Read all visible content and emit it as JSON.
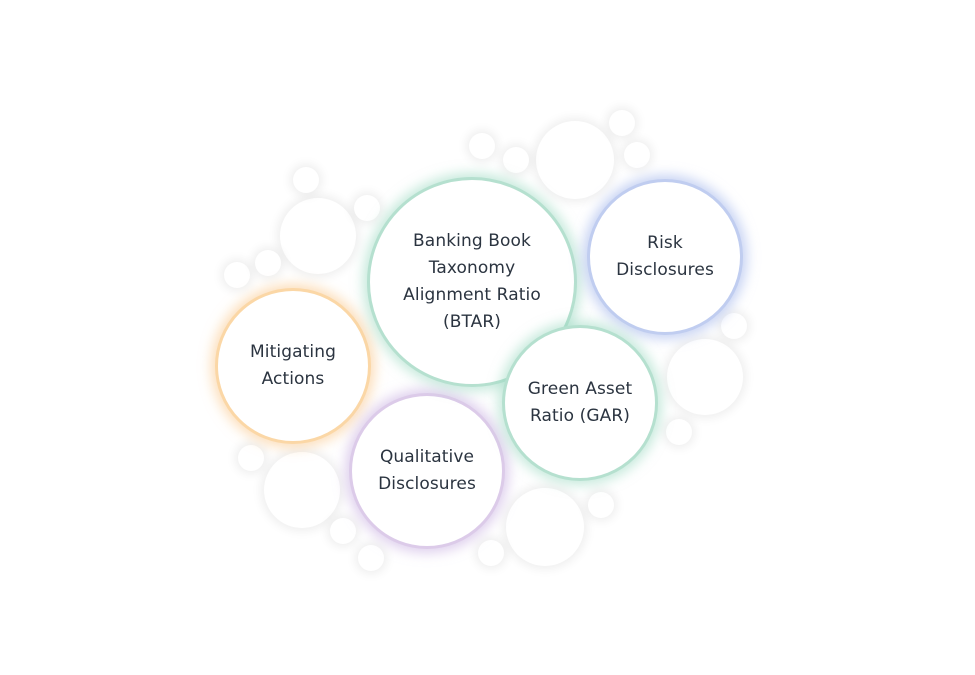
{
  "diagram": {
    "nodes": [
      {
        "id": "btar",
        "label": "Banking Book\nTaxonomy\nAlignment Ratio\n(BTAR)",
        "color": "green"
      },
      {
        "id": "risk",
        "label": "Risk\nDisclosures",
        "color": "blue"
      },
      {
        "id": "mitigating",
        "label": "Mitigating\nActions",
        "color": "orange"
      },
      {
        "id": "gar",
        "label": "Green Asset\nRatio (GAR)",
        "color": "green"
      },
      {
        "id": "qualitative",
        "label": "Qualitative\nDisclosures",
        "color": "purple"
      }
    ],
    "colors": {
      "green": "#b5e0cf",
      "blue": "#c0cdf0",
      "orange": "#fbd7a6",
      "purple": "#dccbe9",
      "text": "#2b3440"
    }
  }
}
